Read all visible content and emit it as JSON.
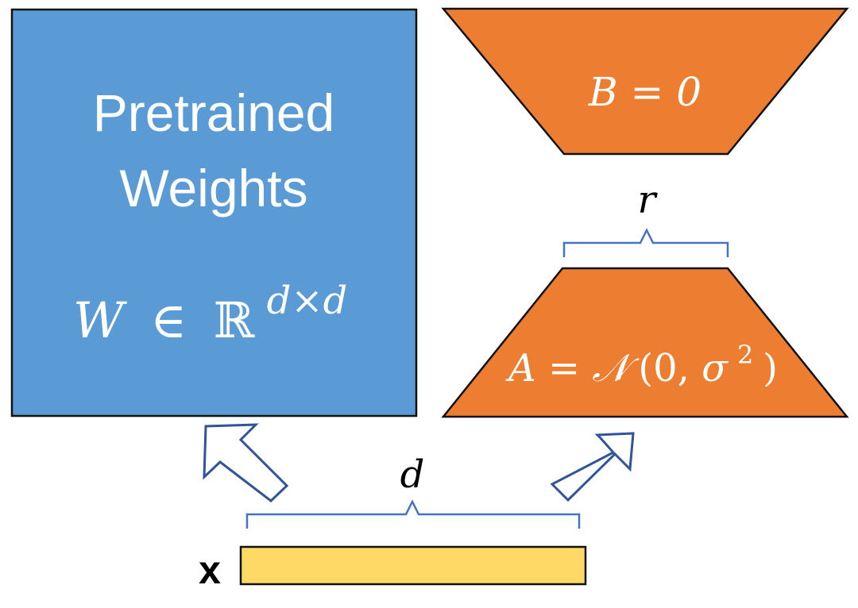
{
  "pretrained": {
    "line1": "Pretrained",
    "line2": "Weights",
    "formula": {
      "var": "W",
      "in": "∈",
      "set": "ℝ",
      "exp": "d×d"
    }
  },
  "matrix_b": {
    "label": "B = 0"
  },
  "matrix_a": {
    "lhs": "A = ",
    "dist": "𝒩",
    "args_open": "(0, ",
    "sigma": "σ",
    "sigma_exp": "2",
    "args_close": ")"
  },
  "rank_label": "r",
  "dim_label": "d",
  "input_label": "x",
  "colors": {
    "pretrained_fill": "#5b9bd5",
    "adapter_fill": "#ed7d31",
    "input_fill": "#ffd966",
    "outline": "#111111",
    "brace": "#4472c4",
    "arrow_stroke": "#2f5597"
  }
}
